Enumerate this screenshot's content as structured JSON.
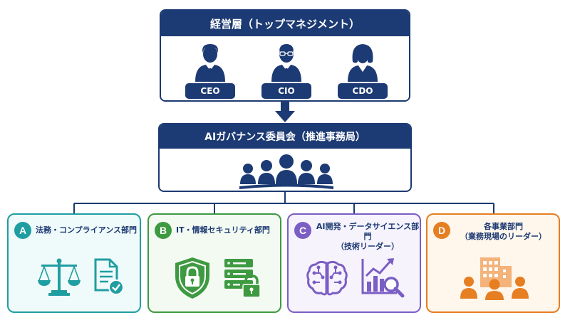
{
  "executive": {
    "title": "経営層（トップマネジメント）",
    "roles": [
      "CEO",
      "CIO",
      "CDO"
    ]
  },
  "committee": {
    "title": "AIガバナンス委員会（推進事務局）"
  },
  "departments": [
    {
      "badge": "A",
      "title_line1": "法務・コンプライアンス部門",
      "title_line2": "",
      "color": "#1f9ea2",
      "icons": [
        "scales-icon",
        "document-check-icon"
      ]
    },
    {
      "badge": "B",
      "title_line1": "IT・情報セキュリティ部門",
      "title_line2": "",
      "color": "#3e9a41",
      "icons": [
        "shield-lock-icon",
        "server-lock-icon"
      ]
    },
    {
      "badge": "C",
      "title_line1": "AI開発・データサイエンス部門",
      "title_line2": "（技術リーダー）",
      "color": "#7b5ec4",
      "icons": [
        "brain-circuit-icon",
        "chart-magnifier-icon"
      ]
    },
    {
      "badge": "D",
      "title_line1": "各事業部門",
      "title_line2": "（業務現場のリーダー）",
      "color": "#e67e22",
      "icons": [
        "building-people-icon"
      ]
    }
  ],
  "colors": {
    "navy": "#1c3a73"
  }
}
